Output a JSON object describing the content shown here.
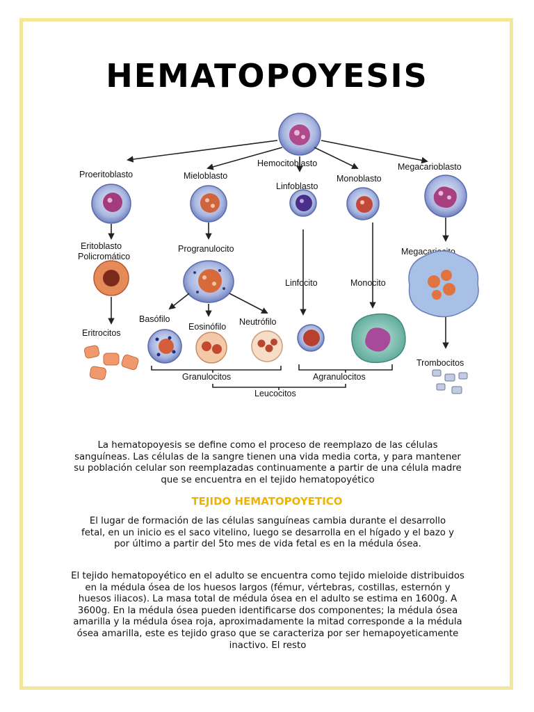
{
  "document": {
    "title": "HEMATOPOYESIS",
    "accent_color": "#f0b400",
    "border_color": "#f3e79b"
  },
  "diagram": {
    "labels": {
      "hemocitoblasto": "Hemocitoblasto",
      "proeritoblasto": "Proeritoblasto",
      "mieloblasto": "Mieloblasto",
      "linfoblasto": "Linfoblasto",
      "monoblasto": "Monoblasto",
      "megacarioblasto": "Megacarioblasto",
      "eritoblasto_1": "Eritoblasto",
      "eritoblasto_2": "Policromático",
      "progranulocito": "Progranulocito",
      "megacariocito": "Megacariocito",
      "linfocito": "Linfocito",
      "monocito": "Monocito",
      "basofilo": "Basófilo",
      "eosinofilo": "Eosinófilo",
      "neutrofilo": "Neutrófilo",
      "eritrocitos": "Eritrocitos",
      "trombocitos": "Trombocitos",
      "granulocitos": "Granulocitos",
      "agranulocitos": "Agranulocitos",
      "leucocitos": "Leucocitos"
    }
  },
  "content": {
    "intro": "La hematopoyesis se define como el proceso de reemplazo de las células sanguíneas. Las células de la sangre tienen una vida media corta, y para mantener su población celular son reemplazadas continuamente a partir de una célula madre que se encuentra en el tejido hematopoyético",
    "section_heading": "TEJIDO HEMATOPOYETICO",
    "paragraph_1": "El lugar de formación de las células sanguíneas cambia durante el desarrollo fetal, en un inicio es el saco vitelino, luego se desarrolla en el hígado y el bazo y por último a partir del 5to mes de vida fetal es en la médula ósea.",
    "paragraph_2": "El tejido hematopoyético en el adulto se encuentra como tejido mieloide distribuidos en la médula ósea de los huesos largos (fémur, vértebras, costillas, esternón y huesos iliacos). La masa total de médula ósea en el adulto se estima en 1600g. A 3600g. En la médula ósea pueden identificarse dos componentes; la médula ósea amarilla y la médula ósea roja, aproximadamente la mitad corresponde a la médula ósea amarilla, este es tejido graso que se caracteriza por ser hemapoyeticamente inactivo. El resto"
  }
}
